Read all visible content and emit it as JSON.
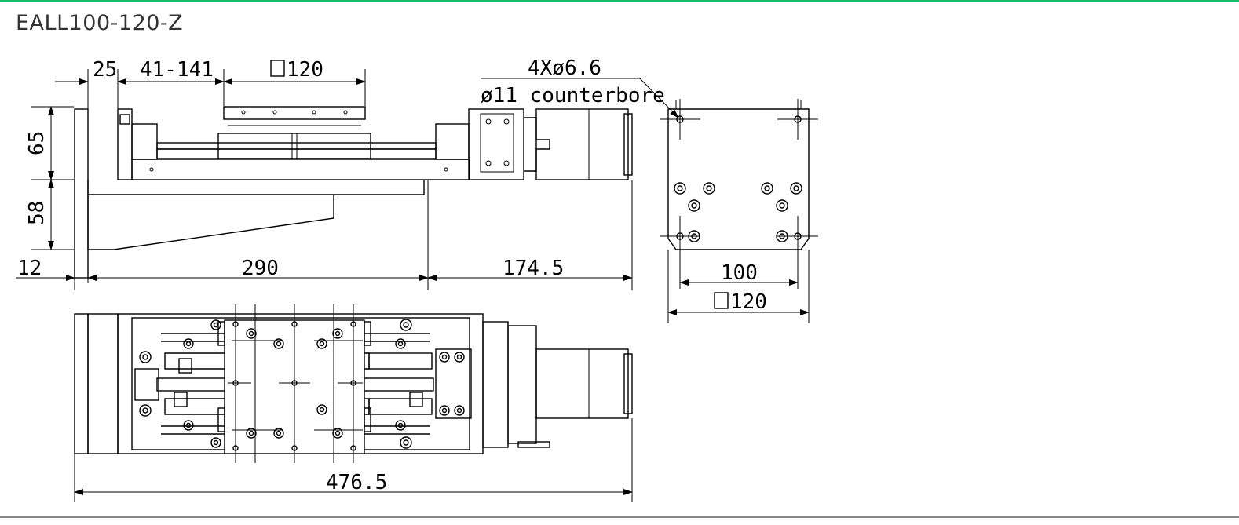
{
  "title": "EALL100-120-Z",
  "colors": {
    "accent_rule": "#1bbd6a",
    "bottom_rule": "#888888",
    "title_text": "#333333"
  },
  "side_view": {
    "dim_25": "25",
    "dim_41_141": "41-141",
    "dim_sq120": "120",
    "dim_65": "65",
    "dim_58": "58",
    "dim_12": "12",
    "dim_290": "290",
    "dim_174_5": "174.5",
    "hole_spec": "4Xø6.6",
    "counterbore_spec": "ø11 counterbore"
  },
  "end_view": {
    "dim_100": "100",
    "dim_sq120": "120"
  },
  "top_view": {
    "dim_476_5": "476.5"
  }
}
